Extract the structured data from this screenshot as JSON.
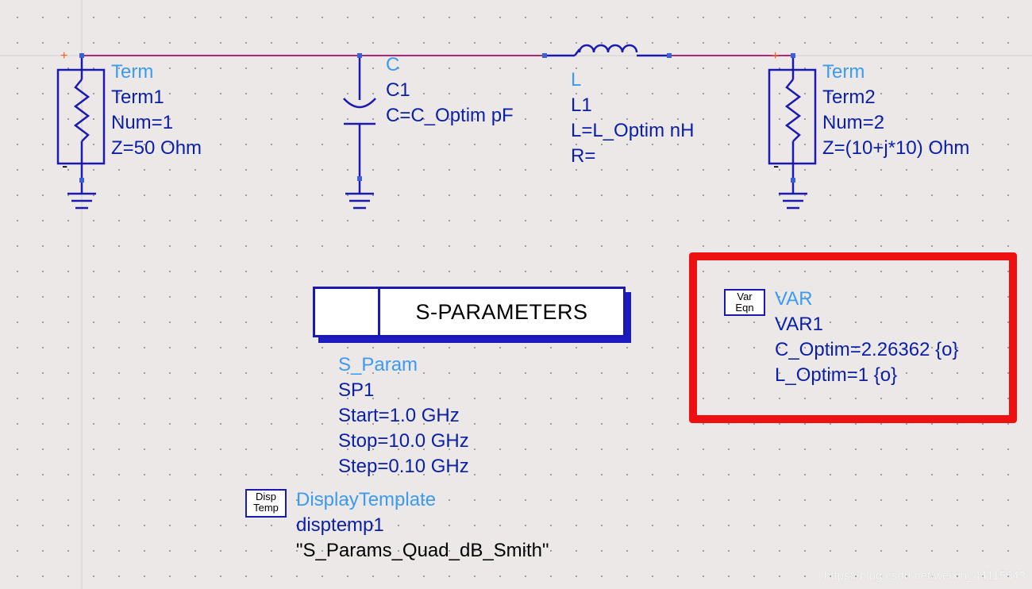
{
  "components": {
    "term1": {
      "type": "Term",
      "name": "Term1",
      "num": "Num=1",
      "z": "Z=50 Ohm"
    },
    "cap": {
      "type": "C",
      "name": "C1",
      "value": "C=C_Optim pF"
    },
    "ind": {
      "type": "L",
      "name": "L1",
      "value": "L=L_Optim nH",
      "r": "R="
    },
    "term2": {
      "type": "Term",
      "name": "Term2",
      "num": "Num=2",
      "z": "Z=(10+j*10) Ohm"
    }
  },
  "sparam": {
    "title": "S-PARAMETERS",
    "type": "S_Param",
    "name": "SP1",
    "start": "Start=1.0 GHz",
    "stop": "Stop=10.0 GHz",
    "step": "Step=0.10 GHz"
  },
  "var": {
    "icon_line1": "Var",
    "icon_line2": "Eqn",
    "type": "VAR",
    "name": "VAR1",
    "c_optim": "C_Optim=2.26362 {o}",
    "l_optim": "L_Optim=1 {o}"
  },
  "disp": {
    "icon_line1": "Disp",
    "icon_line2": "Temp",
    "type": "DisplayTemplate",
    "name": "disptemp1",
    "template": "\"S_Params_Quad_dB_Smith\""
  },
  "term_plus": "+",
  "term_minus": "-",
  "watermark": "https://blog.csdn.net/weixin_44115643",
  "colors": {
    "wire": "#b0287a",
    "component": "#1a1ab0",
    "type_label": "#3b9bf0",
    "name_label": "#0a1fa6",
    "highlight": "#ee1111",
    "pin": "#3a62d6"
  }
}
